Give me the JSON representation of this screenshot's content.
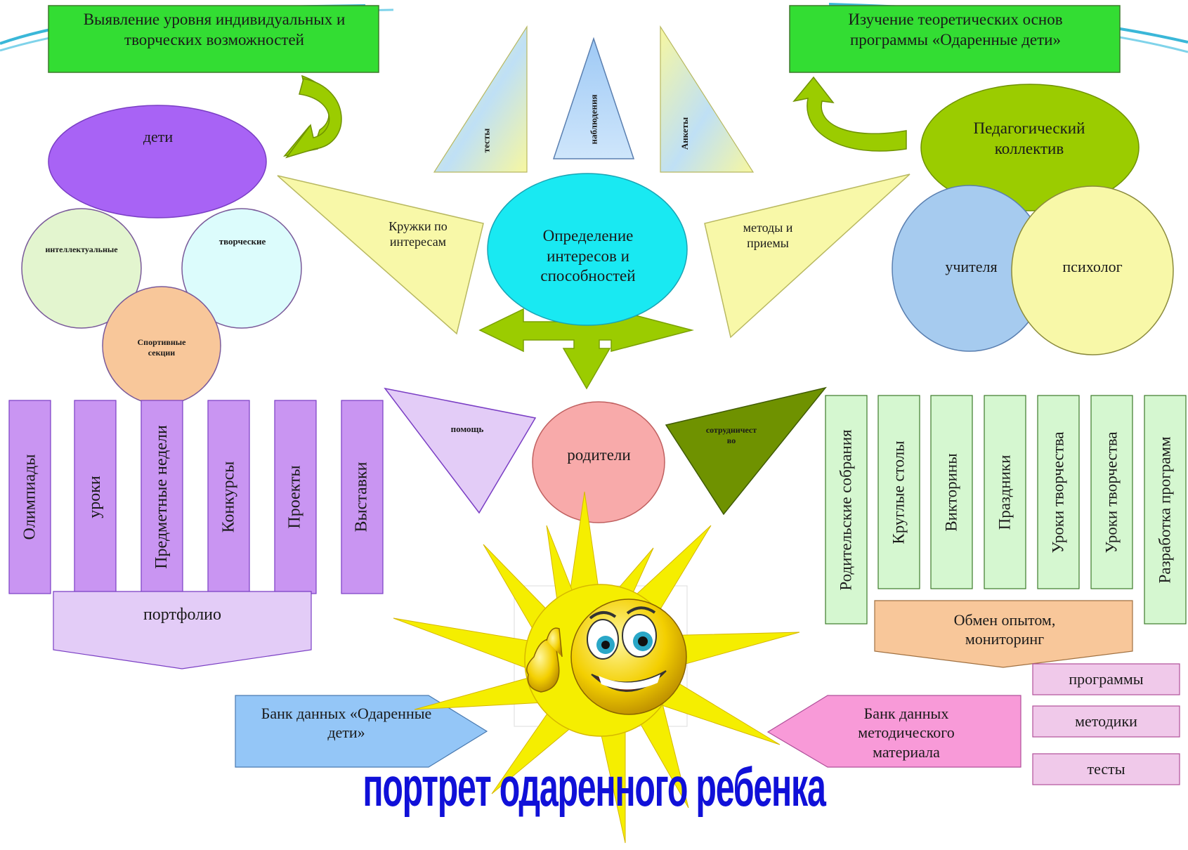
{
  "top_left_box": "Выявление уровня индивидуальных и творческих возможностей",
  "top_right_box": "Изучение теоретических основ программы «Одаренные дети»",
  "top_triangles": [
    "тесты",
    "наблюдения",
    "Анкеты"
  ],
  "center_circle": "Определение интересов и способностей",
  "left_wing": "Кружки по интересам",
  "right_wing": "методы и приемы",
  "children": {
    "title": "дети",
    "circles": [
      "интеллектуальные",
      "творческие",
      "Спортивные секции"
    ]
  },
  "pedagogical": {
    "title": "Педагогический коллектив",
    "circles": [
      "учителя",
      "психолог"
    ]
  },
  "parents": {
    "title": "родители",
    "left_triangle": "помощь",
    "right_triangle": "сотрудничество"
  },
  "left_columns": [
    "Олимпиады",
    "уроки",
    "Предметные недели",
    "Конкурсы",
    "Проекты",
    "Выставки"
  ],
  "portfolio": "портфолио",
  "right_columns": [
    "Родительские собрания",
    "Круглые столы",
    "Викторины",
    "Праздники",
    "Уроки творчества",
    "Уроки творчества",
    "Разработка программ"
  ],
  "exchange": "Обмен опытом, мониторинг",
  "bank_left": "Банк данных «Одаренные дети»",
  "bank_right": "Банк данных методического материала",
  "small_boxes": [
    "программы",
    "методики",
    "тесты"
  ],
  "title": "портрет одаренного ребенка",
  "colors": {
    "green_box": "#33dd33",
    "purple_oval": "#a863f5",
    "cyan_circle": "#19e9f2",
    "olive_oval": "#9bcc00",
    "pale_yellow": "#f8f8a8",
    "column_purple": "#c995f2",
    "column_green": "#d5f7d0",
    "pink_circle": "#f8aaaa",
    "title_blue": "#1010d8"
  }
}
